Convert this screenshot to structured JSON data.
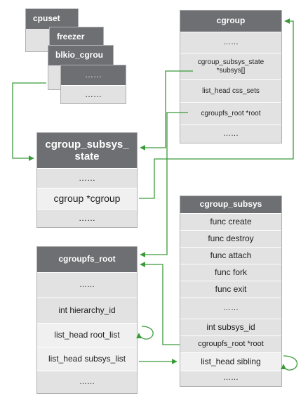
{
  "stack": {
    "labels": [
      "cpuset",
      "freezer",
      "blkio_cgrou"
    ],
    "top_box": {
      "rows": [
        "……",
        "……"
      ]
    }
  },
  "cgroup": {
    "title": "cgroup",
    "rows": [
      "……",
      "cgroup_subsys_state *subsys[]",
      "list_head css_sets",
      "cgroupfs_root *root",
      "……"
    ]
  },
  "cgroup_subsys_state": {
    "title": "cgroup_subsys_ state",
    "rows": [
      "……",
      "cgroup *cgroup",
      "……"
    ]
  },
  "cgroup_subsys": {
    "title": "cgroup_subsys",
    "rows": [
      "func create",
      "func destroy",
      "func attach",
      "func fork",
      "func exit",
      "……",
      "int subsys_id",
      "cgroupfs_root *root",
      "list_head sibling",
      "……"
    ]
  },
  "cgroupfs_root": {
    "title": "cgroupfs_root",
    "rows": [
      "……",
      "int hierarchy_id",
      "list_head root_list",
      "list_head subsys_list",
      "……"
    ]
  },
  "colors": {
    "header": "#6e6f73",
    "body": "#e2e2e2",
    "arrow": "#3a9a3a"
  }
}
